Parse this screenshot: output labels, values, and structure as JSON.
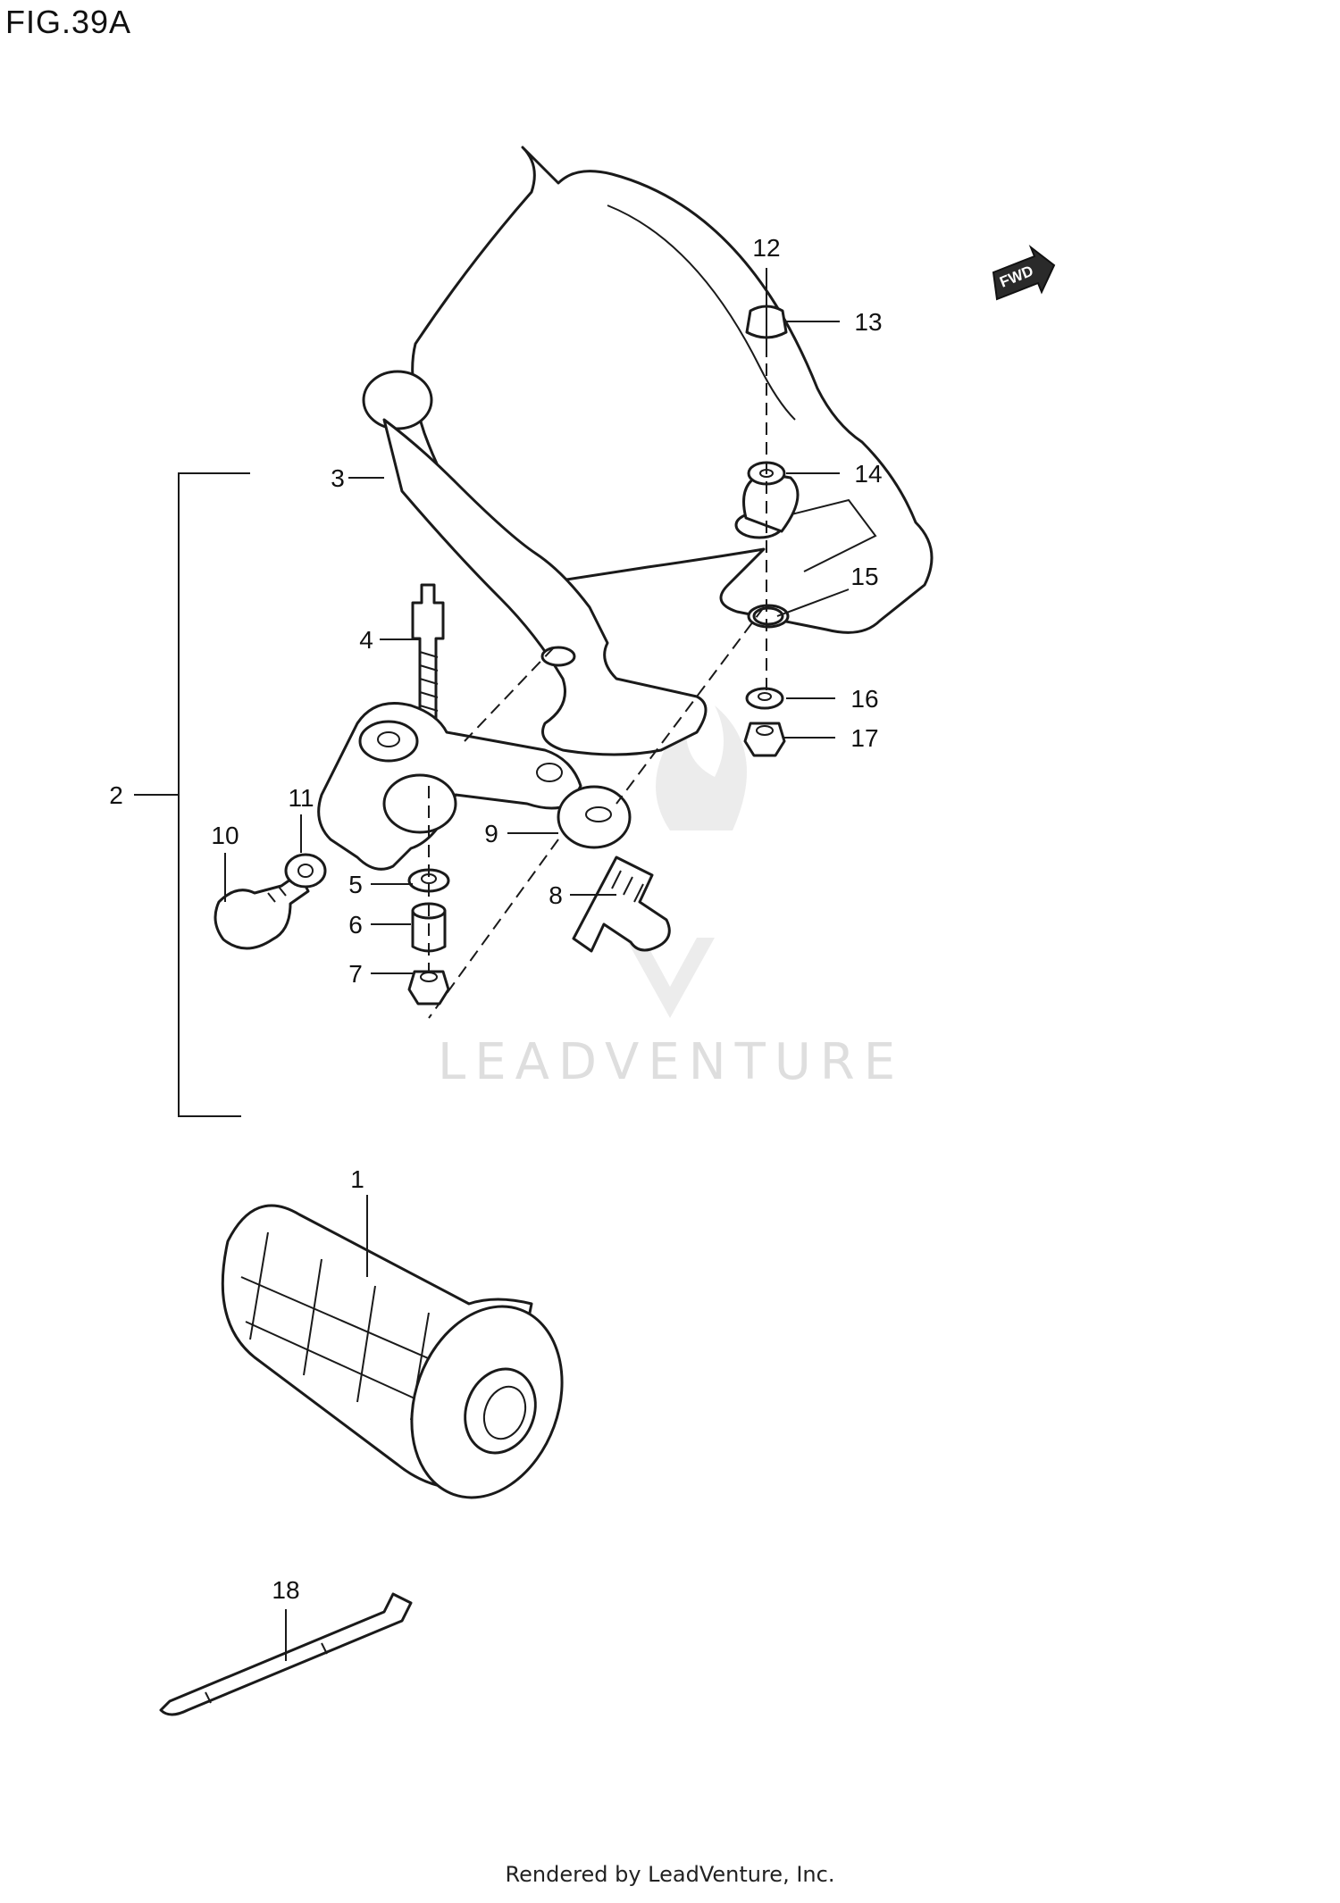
{
  "figure": {
    "title": "FIG.39A",
    "orientation_badge": "FWD",
    "watermark": "LEADVENTURE",
    "footer": "Rendered by LeadVenture, Inc."
  },
  "callouts": {
    "p1": "1",
    "p2": "2",
    "p3": "3",
    "p4": "4",
    "p5": "5",
    "p6": "6",
    "p7": "7",
    "p8": "8",
    "p9": "9",
    "p10": "10",
    "p11": "11",
    "p12": "12",
    "p13": "13",
    "p14": "14",
    "p15": "15",
    "p16": "16",
    "p17": "17",
    "p18": "18"
  },
  "colors": {
    "line": "#1a1a1a",
    "watermark": "#dedede",
    "background": "#ffffff"
  }
}
